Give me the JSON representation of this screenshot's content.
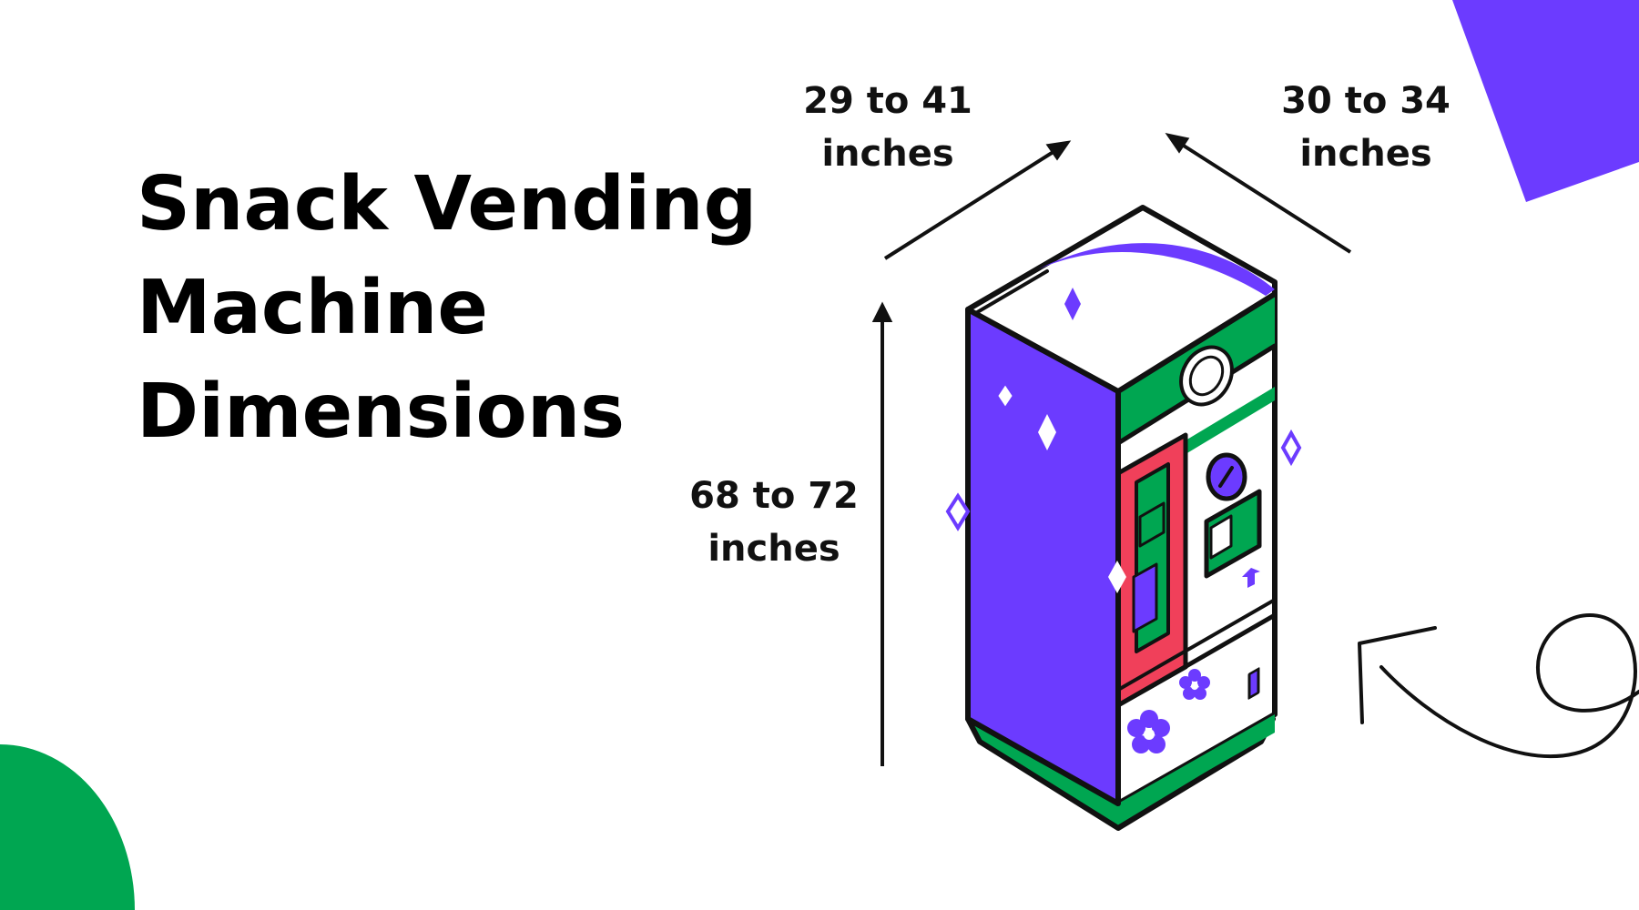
{
  "title": {
    "line1": "Snack Vending",
    "line2": "Machine",
    "line3": "Dimensions"
  },
  "dimensions": {
    "depth": {
      "line1": "29 to 41",
      "line2": "inches"
    },
    "width": {
      "line1": "30 to 34",
      "line2": "inches"
    },
    "height": {
      "line1": "68 to 72",
      "line2": "inches"
    }
  },
  "colors": {
    "purple": "#6c3bff",
    "green": "#00a651",
    "red": "#f0405a",
    "black": "#111111",
    "white": "#ffffff"
  },
  "icons": [
    "vending-machine",
    "up-right-arrow",
    "up-left-arrow",
    "up-arrow",
    "curly-arrow",
    "sparkle"
  ]
}
